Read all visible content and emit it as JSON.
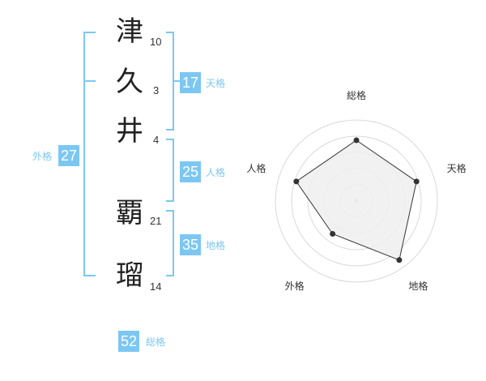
{
  "name": {
    "characters": [
      {
        "char": "津",
        "strokes": "10"
      },
      {
        "char": "久",
        "strokes": "3"
      },
      {
        "char": "井",
        "strokes": "4"
      },
      {
        "char": "覇",
        "strokes": "21"
      },
      {
        "char": "瑠",
        "strokes": "14"
      }
    ]
  },
  "scores": {
    "tenkaku": {
      "value": "17",
      "label": "天格"
    },
    "jinkaku": {
      "value": "25",
      "label": "人格"
    },
    "chikaku": {
      "value": "35",
      "label": "地格"
    },
    "gaikaku": {
      "value": "27",
      "label": "外格"
    },
    "soukaku": {
      "value": "52",
      "label": "総格"
    }
  },
  "radar": {
    "axes": [
      "総格",
      "天格",
      "地格",
      "外格",
      "人格"
    ],
    "values": [
      0.75,
      0.78,
      0.9,
      0.5,
      0.78
    ],
    "colors": {
      "accent": "#7cc7f2",
      "line": "#333333",
      "fill": "#efefef",
      "ring": "#d9d9d9"
    }
  }
}
